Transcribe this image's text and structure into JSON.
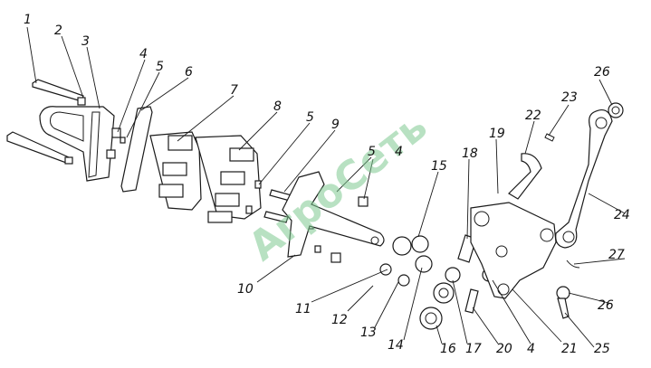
{
  "diagram": {
    "callouts": [
      "1",
      "2",
      "3",
      "4",
      "5",
      "6",
      "7",
      "8",
      "5",
      "9",
      "5",
      "4",
      "15",
      "18",
      "19",
      "22",
      "23",
      "26",
      "24",
      "27",
      "26",
      "25",
      "21",
      "4",
      "20",
      "17",
      "16",
      "14",
      "13",
      "12",
      "11",
      "10"
    ],
    "watermark": "АгроСеть",
    "colors": {
      "line": "#1a1a1a",
      "watermark": "#7ec98f",
      "background": "#ffffff"
    }
  }
}
